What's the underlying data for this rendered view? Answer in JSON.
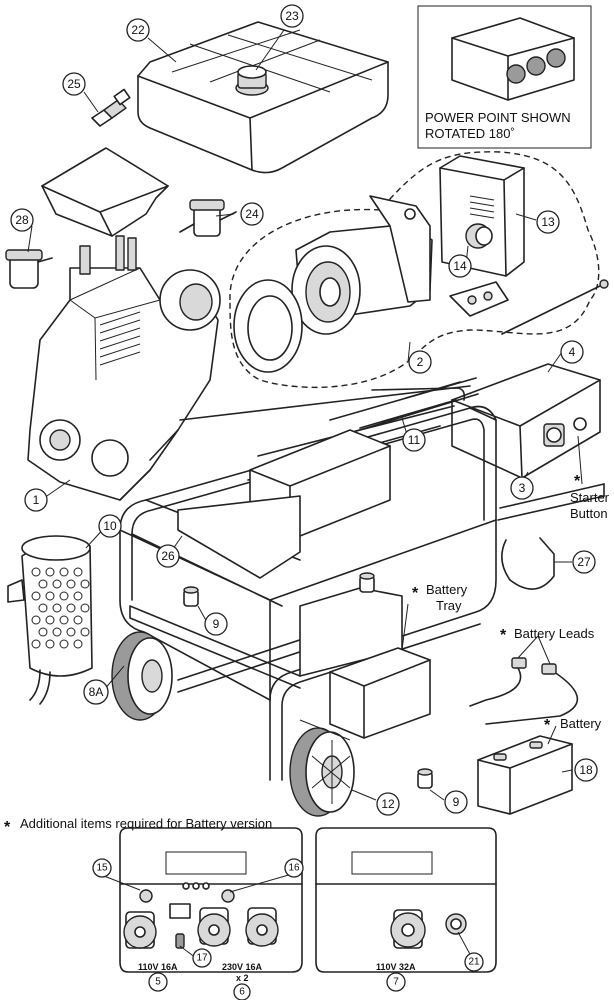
{
  "inset": {
    "caption_line1": "POWER POINT SHOWN",
    "caption_line2": "ROTATED 180˚"
  },
  "labels": {
    "starter_star": "*",
    "starter_line1": "Starter",
    "starter_line2": "Button",
    "battery_tray_star": "*",
    "battery_tray_line1": "Battery",
    "battery_tray_line2": "Tray",
    "battery_leads_star": "*",
    "battery_leads": "Battery Leads",
    "battery_star": "*",
    "battery": "Battery",
    "footnote_star": "*",
    "footnote": "Additional items required for Battery version",
    "rating_110v16a": "110V 16A",
    "rating_230v16a": "230V 16A",
    "rating_x2": "x 2",
    "rating_110v32a": "110V 32A"
  },
  "callouts": {
    "c1": "1",
    "c2": "2",
    "c3": "3",
    "c4": "4",
    "c5": "5",
    "c6": "6",
    "c7": "7",
    "c8a": "8A",
    "c9a": "9",
    "c9b": "9",
    "c10": "10",
    "c11": "11",
    "c12": "12",
    "c13": "13",
    "c14": "14",
    "c15": "15",
    "c16": "16",
    "c17": "17",
    "c18": "18",
    "c21": "21",
    "c22": "22",
    "c23": "23",
    "c24": "24",
    "c25": "25",
    "c26": "26",
    "c27": "27",
    "c28": "28"
  }
}
